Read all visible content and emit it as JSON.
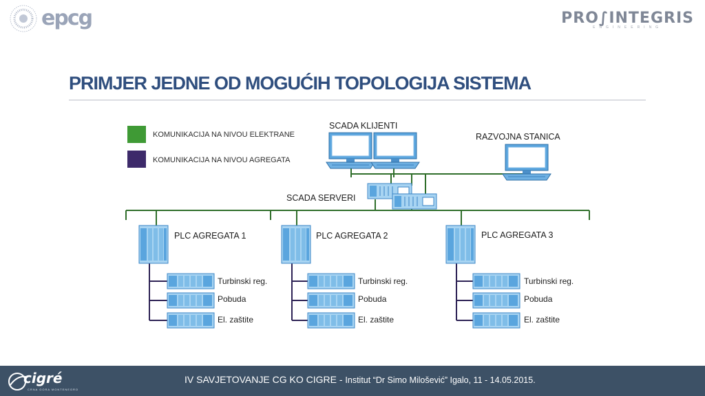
{
  "header": {
    "left_logo_text": "epcg",
    "right_logo_text": "PRO∫INTEGRIS",
    "right_logo_sub": "ENGINEERING",
    "title": "PRIMJER JEDNE OD MOGUĆIH TOPOLOGIJA SISTEMA"
  },
  "legend": [
    {
      "label": "KOMUNIKACIJA NA NIVOU ELEKTRANE",
      "color": "#3f9a35"
    },
    {
      "label": "KOMUNIKACIJA NA NIVOU AGREGATA",
      "color": "#3d2a6a"
    }
  ],
  "nodes": {
    "scada_clients": "SCADA KLIJENTI",
    "dev_station": "RAZVOJNA STANICA",
    "scada_servers": "SCADA SERVERI",
    "plc": [
      "PLC AGREGATA 1",
      "PLC AGREGATA 2",
      "PLC AGREGATA 3"
    ],
    "modules": [
      "Turbinski reg.",
      "Pobuda",
      "El. zaštite"
    ]
  },
  "colors": {
    "green_line": "#2f6e2a",
    "purple_line": "#2d2255",
    "device_blue": "#5aa5de",
    "device_light": "#a8d4f2",
    "title_color": "#2f4e7e",
    "footer_bg": "#3d5166"
  },
  "footer": {
    "text_main": "IV SAVJETOVANJE CG KO CIGRE - ",
    "text_small": "Institut “Dr Simo Milošević” Igalo, 11 - 14.05.2015.",
    "logo_text": "cigré",
    "logo_sub": "CRNA GORA MONTENEGRO"
  }
}
